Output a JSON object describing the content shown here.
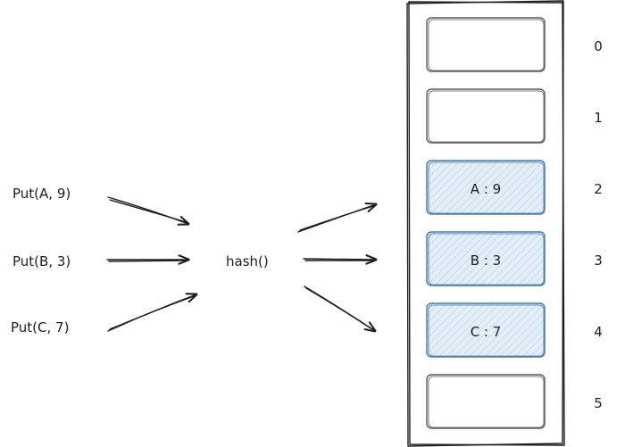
{
  "puts": [
    {
      "label": "Put(A, 9)"
    },
    {
      "label": "Put(B, 3)"
    },
    {
      "label": "Put(C, 7)"
    }
  ],
  "hash_label": "hash()",
  "slots": [
    {
      "index": "0",
      "content": "",
      "filled": false
    },
    {
      "index": "1",
      "content": "",
      "filled": false
    },
    {
      "index": "2",
      "content": "A : 9",
      "filled": true
    },
    {
      "index": "3",
      "content": "B : 3",
      "filled": true
    },
    {
      "index": "4",
      "content": "C : 7",
      "filled": true
    },
    {
      "index": "5",
      "content": "",
      "filled": false
    }
  ],
  "colors": {
    "ink": "#1e1e1e",
    "filled_stroke": "#4a78a8",
    "filled_fill": "#dbe8f5",
    "empty_stroke": "#5a5a5a"
  }
}
